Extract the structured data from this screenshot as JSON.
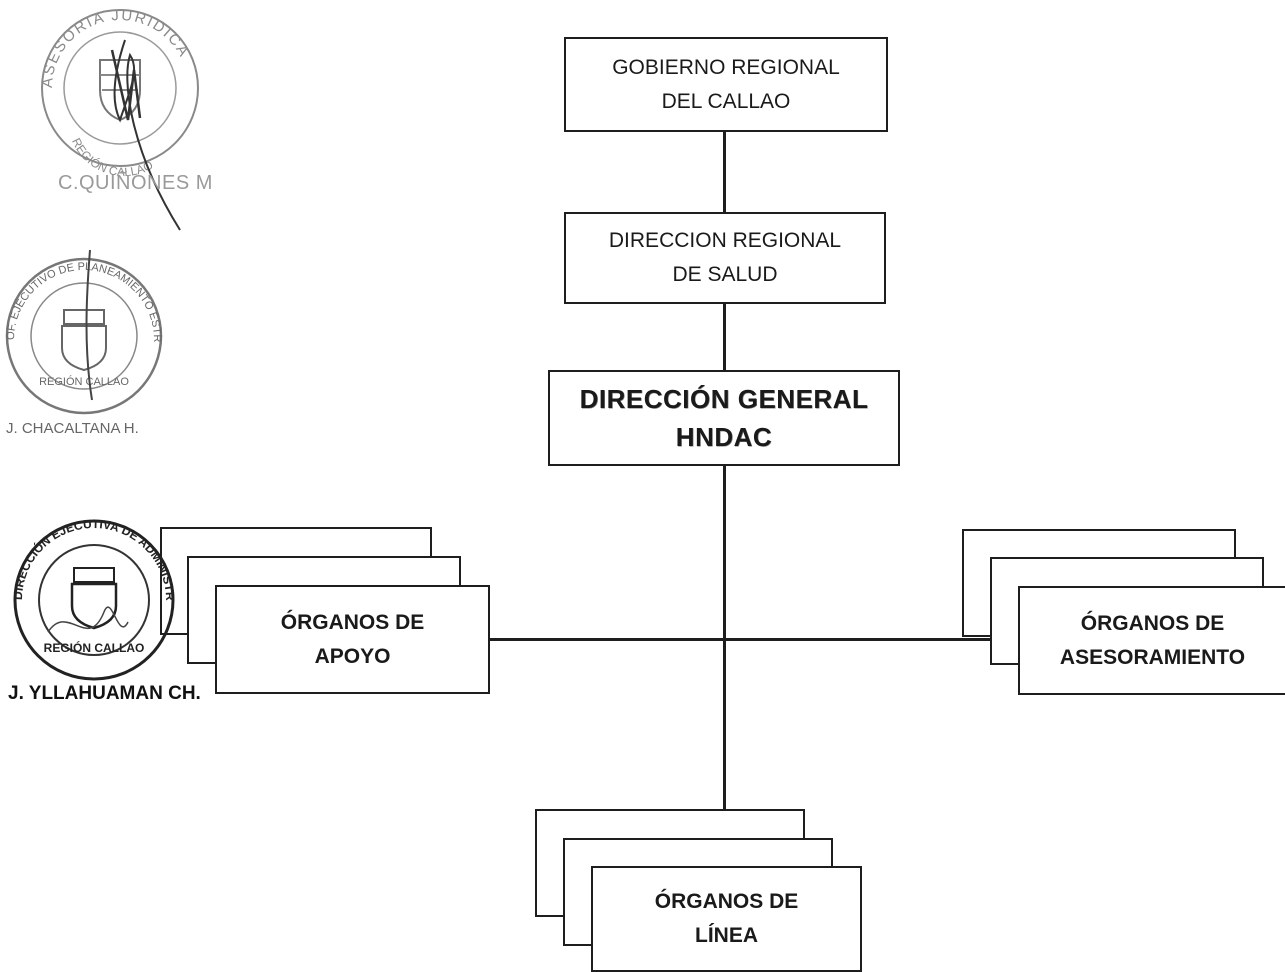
{
  "org_chart": {
    "gobierno": {
      "line1": "GOBIERNO REGIONAL",
      "line2": "DEL CALLAO"
    },
    "direccion_regional": {
      "line1": "DIRECCION REGIONAL",
      "line2": "DE SALUD"
    },
    "direccion_general": {
      "line1": "DIRECCIÓN GENERAL",
      "line2": "HNDAC"
    },
    "apoyo": {
      "line1": "ÓRGANOS DE",
      "line2": "APOYO"
    },
    "asesoramiento": {
      "line1": "ÓRGANOS DE",
      "line2": "ASESORAMIENTO"
    },
    "linea": {
      "line1": "ÓRGANOS DE",
      "line2": "LÍNEA"
    }
  },
  "seals": {
    "asesoria": {
      "ring_text": "ASESORIA JURIDICA",
      "bottom_text": "REGIÓN CALLAO",
      "name": "C.QUIÑONES M"
    },
    "planeamiento": {
      "ring_text": "OF. EJECUTIVO DE PLANEAMIENTO ESTRATEGICO",
      "bottom_text": "REGIÓN CALLAO",
      "name": "J. CHACALTANA H."
    },
    "administracion": {
      "ring_text": "DIRECCIÓN EJECUTIVA DE ADMINISTRACIÓN",
      "bottom_text": "REGIÓN CALLAO",
      "name": "J. YLLAHUAMAN CH."
    }
  }
}
